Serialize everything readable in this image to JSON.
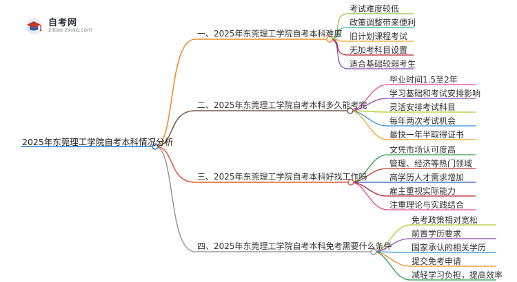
{
  "logo": {
    "name": "自考网",
    "url": "zikao-zikao.com"
  },
  "root": {
    "label": "2025年东莞理工学院自考本科情况分析"
  },
  "branches": [
    {
      "label": "一、2025年东莞理工学院自考本科难度",
      "color": "#f28c28",
      "leaves": [
        {
          "label": "考试难度较低",
          "color": "#8dc63f"
        },
        {
          "label": "政策调整带来便利",
          "color": "#2ab3a6"
        },
        {
          "label": "旧计划课程考试",
          "color": "#f0a01e"
        },
        {
          "label": "无加考科目设置",
          "color": "#b5212b"
        },
        {
          "label": "适合基础较弱考生",
          "color": "#8e44ad"
        }
      ]
    },
    {
      "label": "二、2025年东莞理工学院自考本科多久能考完",
      "color": "#7a5a43",
      "leaves": [
        {
          "label": "毕业时间1.5至2年",
          "color": "#e84393"
        },
        {
          "label": "学习基础和考试安排影响",
          "color": "#8e44ad"
        },
        {
          "label": "灵活安排考试科目",
          "color": "#b7c72a"
        },
        {
          "label": "每年两次考试机会",
          "color": "#2a8fd6"
        },
        {
          "label": "最快一年半取得证书",
          "color": "#f0a01e"
        }
      ]
    },
    {
      "label": "三、2025年东莞理工学院自考本科好找工作吗",
      "color": "#e25a3c",
      "leaves": [
        {
          "label": "文凭市场认可度高",
          "color": "#2a9d48"
        },
        {
          "label": "管理、经济等热门领域",
          "color": "#c0392b"
        },
        {
          "label": "高学历人才需求增加",
          "color": "#2a5fb0"
        },
        {
          "label": "雇主重视实际能力",
          "color": "#b5212b"
        },
        {
          "label": "注重理论与实践结合",
          "color": "#e84393"
        }
      ]
    },
    {
      "label": "四、2025年东莞理工学院自考本科免考需要什么条件",
      "color": "#9a9a9a",
      "leaves": [
        {
          "label": "免考政策相对宽松",
          "color": "#b7c72a"
        },
        {
          "label": "前置学历要求",
          "color": "#8e44ad"
        },
        {
          "label": "国家承认的相关学历",
          "color": "#2a8fd6"
        },
        {
          "label": "提交免考申请",
          "color": "#f28c28"
        },
        {
          "label": "减轻学习负担，提高效率",
          "color": "#2a9d48"
        }
      ]
    }
  ]
}
